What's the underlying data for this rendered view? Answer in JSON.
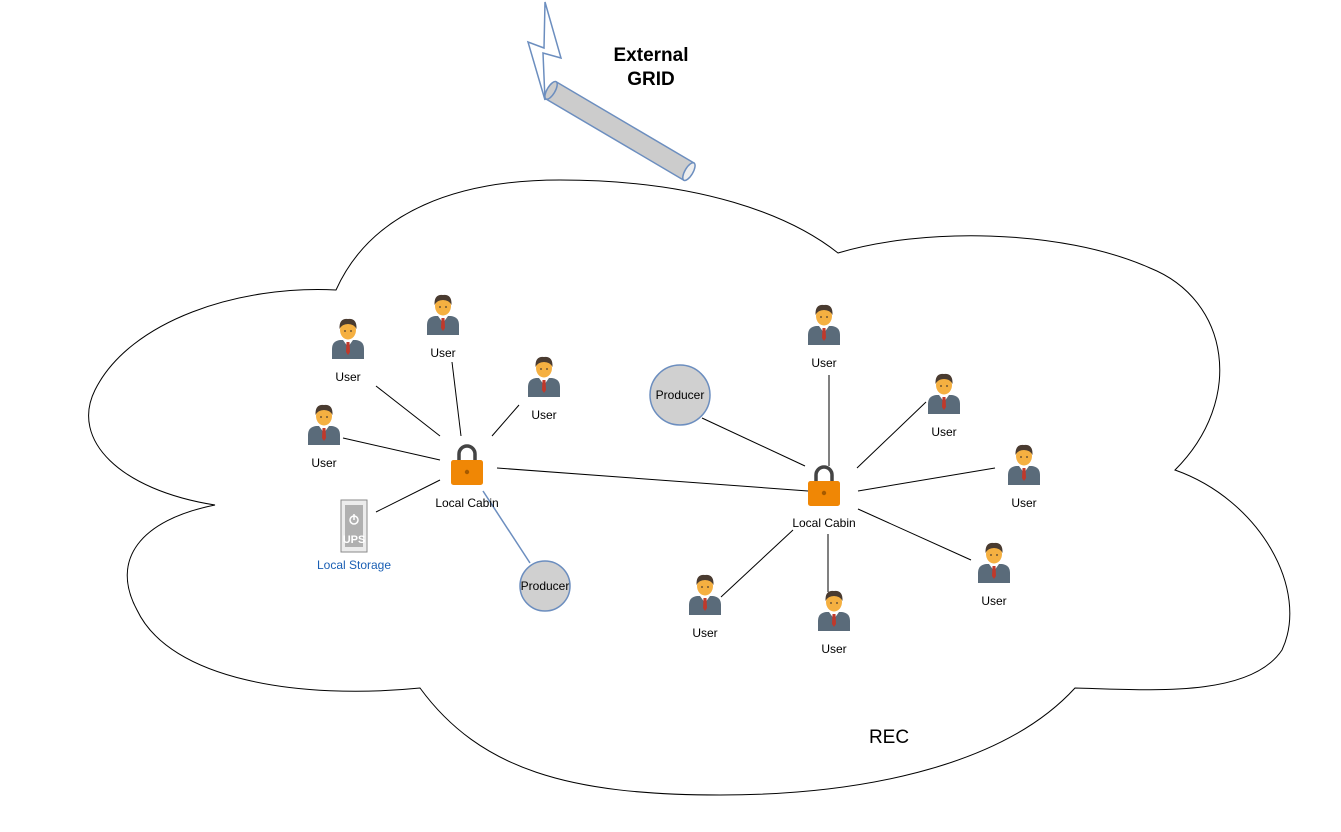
{
  "title": {
    "line1": "External",
    "line2": "GRID"
  },
  "cloud_label": "REC",
  "cabins": [
    {
      "label": "Local Cabin",
      "icon": "lock-icon"
    },
    {
      "label": "Local Cabin",
      "icon": "lock-icon"
    }
  ],
  "producers": [
    {
      "label": "Producer"
    },
    {
      "label": "Producer"
    }
  ],
  "storage": {
    "label": "Local Storage",
    "icon_text": "UPS"
  },
  "users": [
    {
      "label": "User"
    },
    {
      "label": "User"
    },
    {
      "label": "User"
    },
    {
      "label": "User"
    },
    {
      "label": "User"
    },
    {
      "label": "User"
    },
    {
      "label": "User"
    },
    {
      "label": "User"
    },
    {
      "label": "User"
    },
    {
      "label": "User"
    }
  ],
  "colors": {
    "lock_body": "#f08705",
    "lock_shackle": "#444444",
    "producer_fill": "#d0d0d0",
    "producer_stroke": "#6c8ebf",
    "pipe_fill": "#cccccc",
    "pipe_stroke": "#6c8ebf",
    "storage_label": "#1a5fb4"
  }
}
